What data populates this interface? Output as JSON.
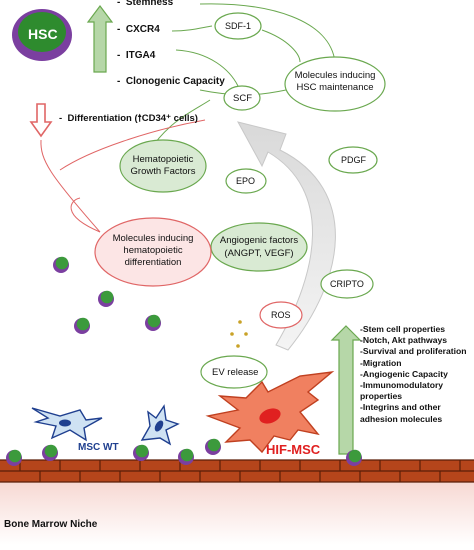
{
  "hsc": {
    "label": "HSC",
    "properties": [
      "Stemness",
      "CXCR4",
      "ITGA4",
      "Clonogenic Capacity"
    ],
    "differentiation_prefix": "Differentiation (",
    "differentiation_arrow": "🠕",
    "differentiation_suffix": "CD34⁺ cells)"
  },
  "molecules": {
    "sdf1": "SDF-1",
    "scf": "SCF",
    "pdgf": "PDGF",
    "epo": "EPO",
    "cripto": "CRIPTO",
    "ros": "ROS",
    "ev_release": "EV release",
    "hsc_maintenance": "Molecules inducing HSC maintenance",
    "growth_factors": "Hematopoietic Growth Factors",
    "angiogenic": "Angiogenic factors (ANGPT, VEGF)",
    "differentiation_inducing": "Molecules inducing hematopoietic differentiation"
  },
  "cells": {
    "msc_wt": "MSC WT",
    "hif_msc": "HIF-MSC"
  },
  "hif_properties": [
    "-Stem cell properties",
    "-Notch, Akt pathways",
    "-Survival and proliferation",
    "-Migration",
    "-Angiogenic Capacity",
    "-Immunomodulatory properties",
    "-Integrins and other adhesion molecules"
  ],
  "niche_label": "Bone Marrow Niche",
  "colors": {
    "up_arrow": "#93c47d",
    "down_arrow": "#e06666",
    "hsc_outer": "#7b3fa0",
    "hsc_inner": "#2e8b2e",
    "hif_cell": "#f08060",
    "hif_label": "#e02020",
    "msc_cell": "#cfe2f3",
    "msc_label": "#1f3f8f",
    "bone": "#b5451b"
  }
}
